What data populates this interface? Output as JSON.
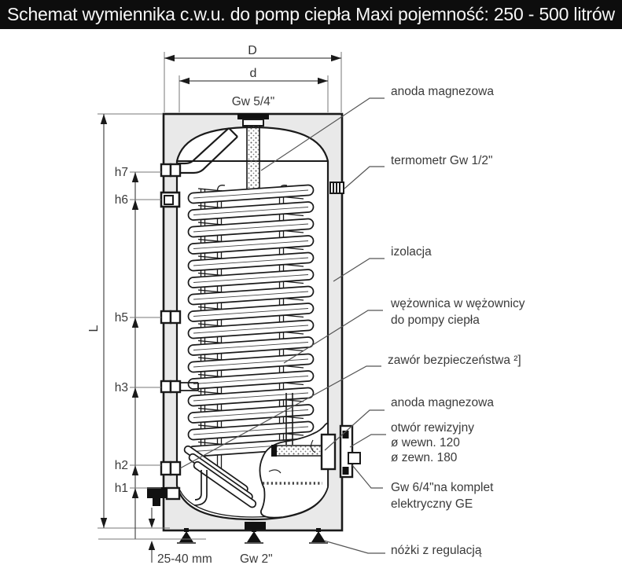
{
  "title_bar": {
    "text": "Schemat wymiennika c.w.u. do pomp ciepła Maxi pojemność: 250 - 500 litrów",
    "bg_color": "#0d0d0d",
    "text_color": "#f7f7f7"
  },
  "diagram": {
    "dimensions": {
      "D": "D",
      "d": "d",
      "L": "L",
      "heights": [
        "h7",
        "h6",
        "h5",
        "h3",
        "h2",
        "h1"
      ],
      "top_connection": "Gw 5/4\"",
      "bottom_connection": "Gw 2\"",
      "foot_range": "25-40 mm"
    },
    "callouts": [
      {
        "label": "anoda magnezowa"
      },
      {
        "label": "termometr Gw 1/2\""
      },
      {
        "label": "izolacja"
      },
      {
        "label": "wężownica w wężownicy",
        "label2": "do pompy ciepła"
      },
      {
        "label": "zawór bezpieczeństwa ²]"
      },
      {
        "label": "anoda magnezowa"
      },
      {
        "label": "otwór rewizyjny",
        "label2": "ø wewn. 120",
        "label3": "ø zewn. 180"
      },
      {
        "label": "Gw 6/4\"na komplet",
        "label2": "elektryczny GE"
      },
      {
        "label": "nóżki z regulacją"
      }
    ],
    "colors": {
      "line": "#1a1a1a",
      "casing_fill": "#e9e9e9",
      "dimension_line": "#4a4a4a",
      "label_text": "#3a3a3a"
    }
  }
}
